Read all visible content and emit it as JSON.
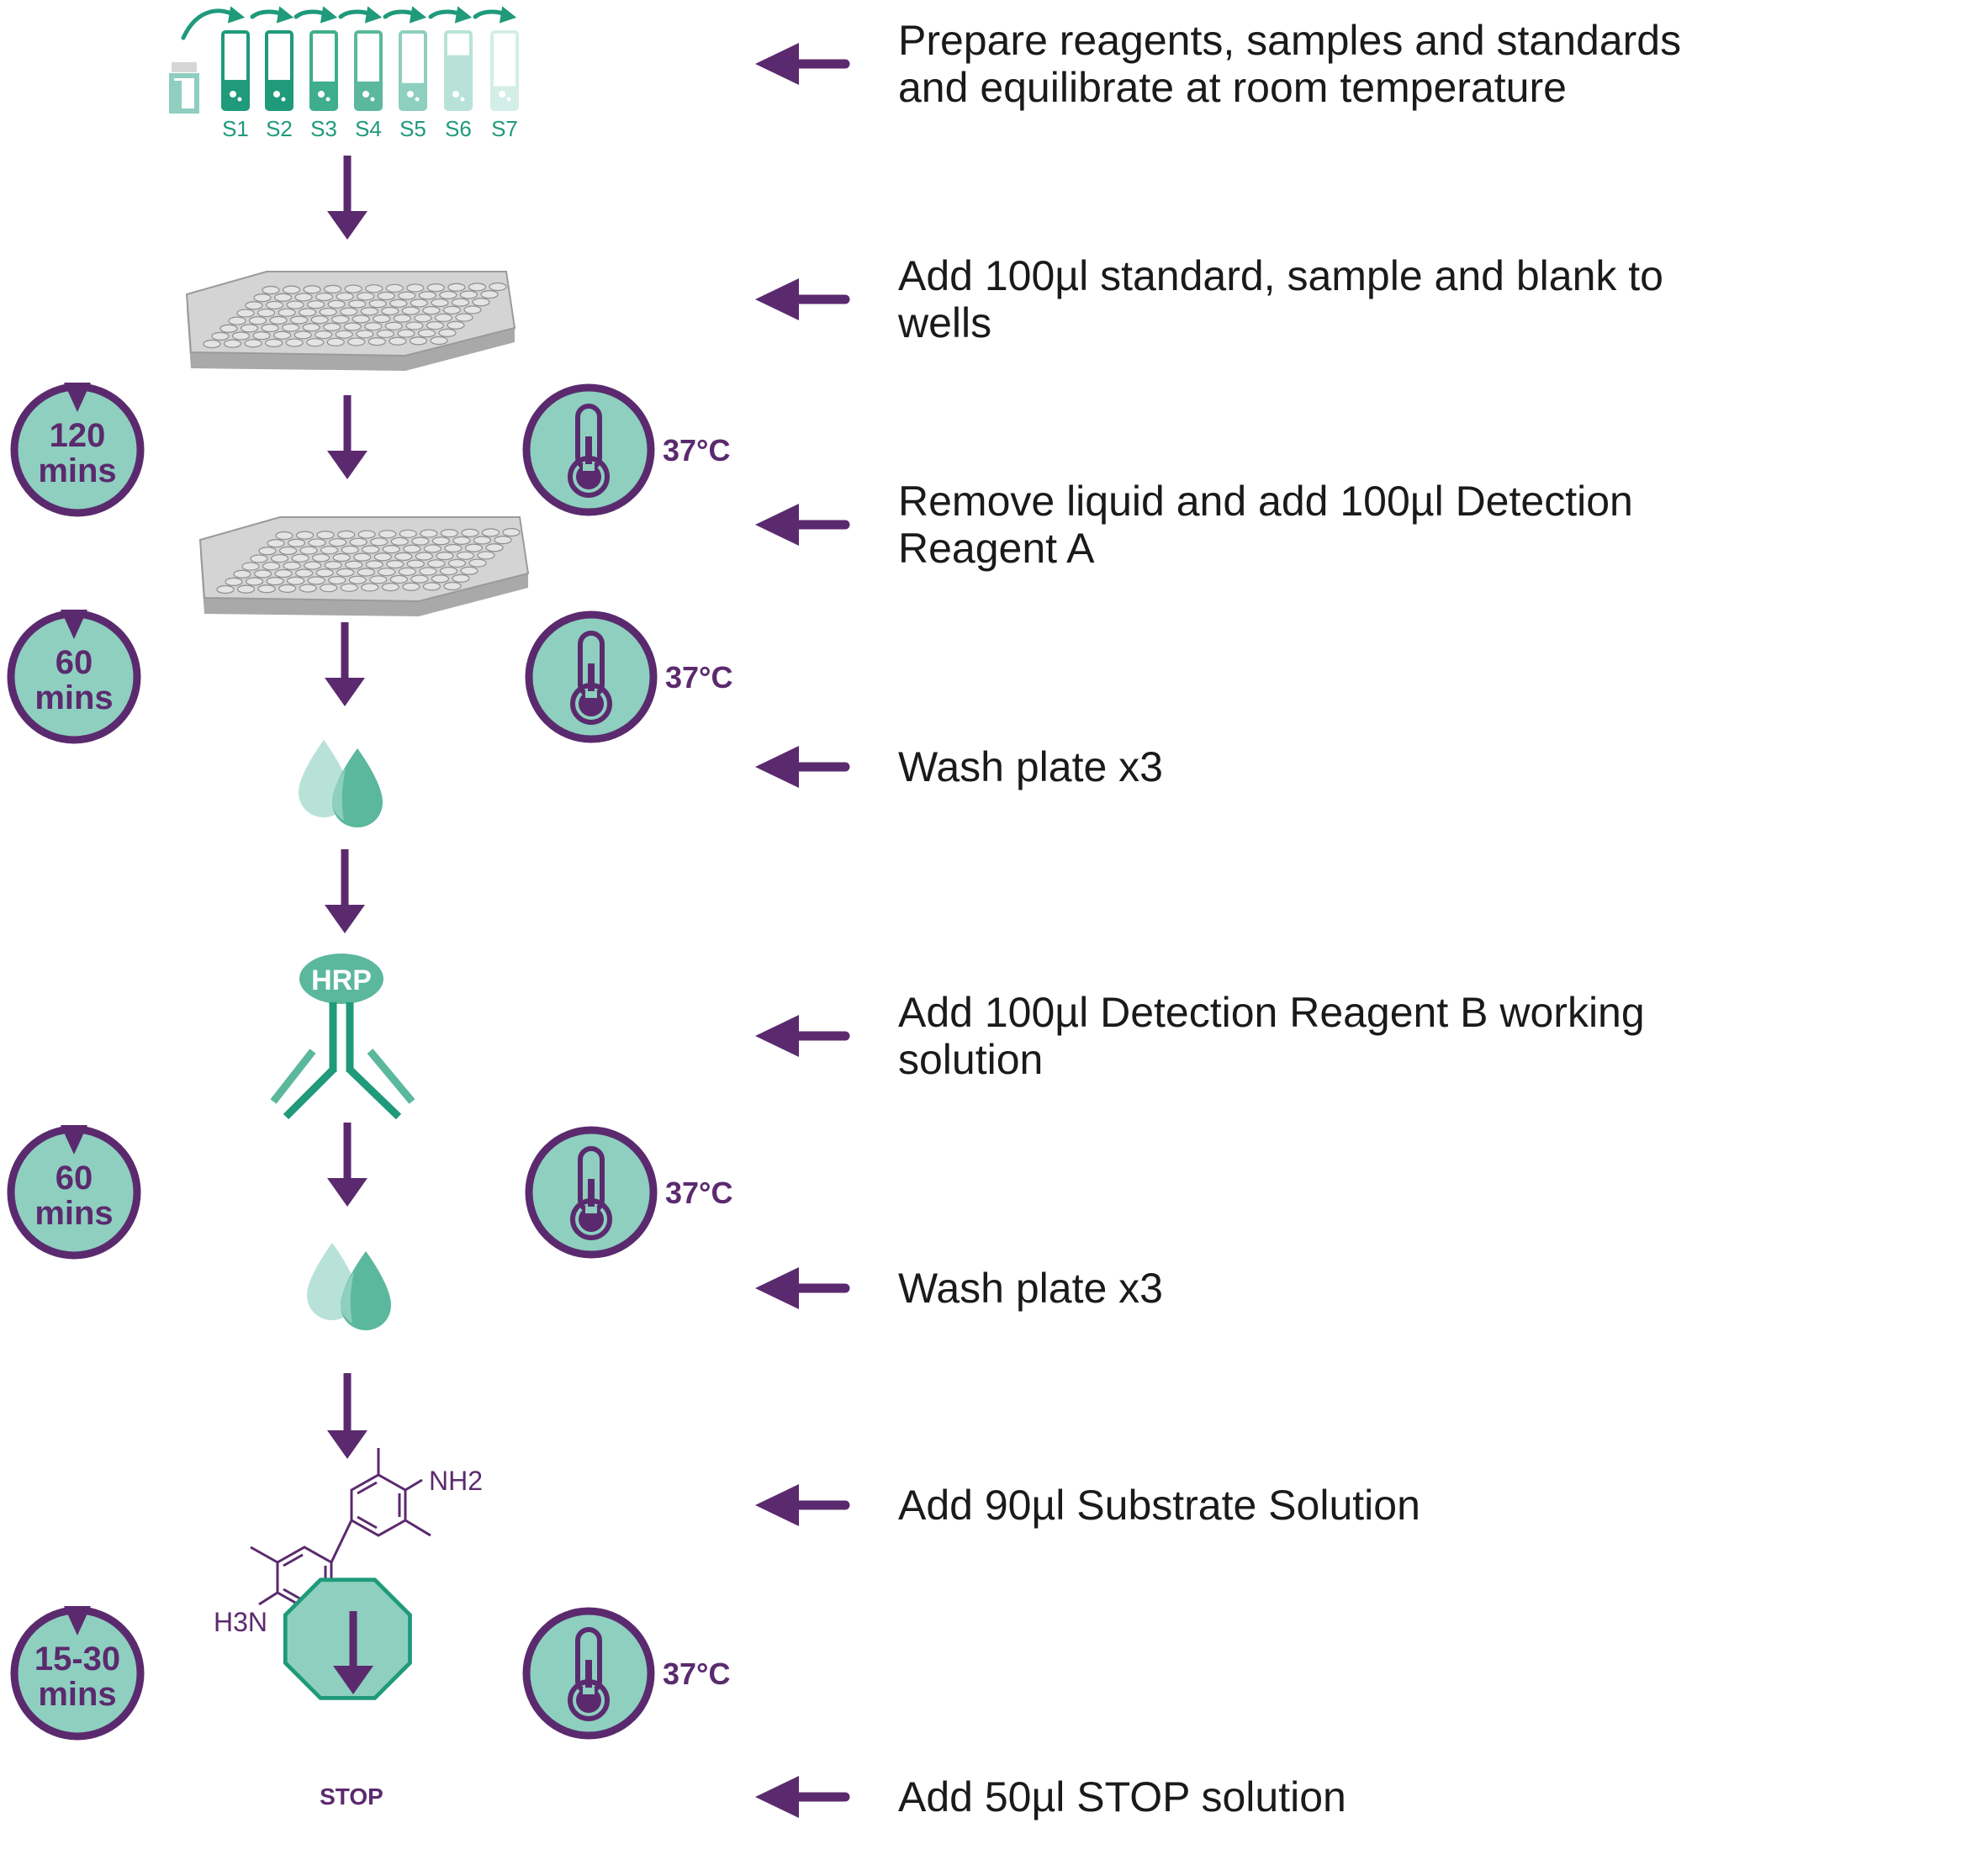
{
  "colors": {
    "purple": "#5b2a6e",
    "teal": "#1f9a7a",
    "teal_light": "#8ecfbf",
    "teal_pale": "#b8e2d8",
    "plate_gray": "#b9b9b9"
  },
  "tubes": {
    "labels": [
      "S1",
      "S2",
      "S3",
      "S4",
      "S5",
      "S6",
      "S7"
    ],
    "fill_levels": [
      0.38,
      0.38,
      0.36,
      0.36,
      0.34,
      0.7,
      0.3
    ]
  },
  "steps": [
    {
      "lines": [
        "Prepare reagents, samples and standards",
        "and equilibrate at room temperature"
      ],
      "icon": "tubes-icon"
    },
    {
      "lines": [
        "Add 100µl standard, sample and blank to",
        "wells"
      ],
      "icon": "plate-icon"
    },
    {
      "lines": [
        "Remove liquid and add 100µl Detection",
        "Reagent A"
      ],
      "icon": "plate-icon"
    },
    {
      "lines": [
        "Wash plate x3"
      ],
      "icon": "drops-icon"
    },
    {
      "lines": [
        "Add 100µl Detection Reagent B working",
        "solution"
      ],
      "icon": "hrp-antibody-icon"
    },
    {
      "lines": [
        "Wash plate x3"
      ],
      "icon": "drops-icon"
    },
    {
      "lines": [
        "Add 90µl Substrate Solution"
      ],
      "icon": "tmb-molecule-icon"
    },
    {
      "lines": [
        "Add 50µl STOP solution"
      ],
      "icon": "stop-sign-icon"
    }
  ],
  "incubations": [
    {
      "time": [
        "120",
        "mins"
      ],
      "temp": "37°C"
    },
    {
      "time": [
        "60",
        "mins"
      ],
      "temp": "37°C"
    },
    {
      "time": [
        "60",
        "mins"
      ],
      "temp": "37°C"
    },
    {
      "time": [
        "15-30",
        "mins"
      ],
      "temp": "37°C"
    }
  ],
  "hrp_label": "HRP",
  "molecule": {
    "top_group": "NH2",
    "bottom_group": "H3N"
  },
  "stop_label": "STOP"
}
